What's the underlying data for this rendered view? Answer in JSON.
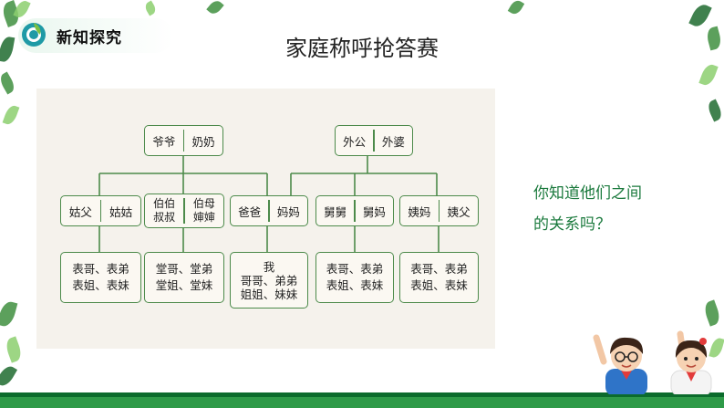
{
  "header": {
    "section_label": "新知探究",
    "logo_icon": "growth-logo-icon"
  },
  "title": "家庭称呼抢答赛",
  "question": {
    "line1": "你知道他们之间",
    "line2": "的关系吗？"
  },
  "tree": {
    "grandparents": {
      "paternal": [
        "爷爷",
        "奶奶"
      ],
      "maternal": [
        "外公",
        "外婆"
      ]
    },
    "middle": [
      {
        "id": "gufu",
        "left": "姑父",
        "right": "姑姑"
      },
      {
        "id": "bobo",
        "left": [
          "伯伯",
          "叔叔"
        ],
        "right": [
          "伯母",
          "婶婶"
        ]
      },
      {
        "id": "baba",
        "left": "爸爸",
        "right": "妈妈"
      },
      {
        "id": "jiujiu",
        "left": "舅舅",
        "right": "舅妈"
      },
      {
        "id": "yima",
        "left": "姨妈",
        "right": "姨父"
      }
    ],
    "bottom": [
      {
        "id": "cousins-gu",
        "lines": [
          "表哥、表弟",
          "表姐、表妹"
        ]
      },
      {
        "id": "cousins-tang",
        "lines": [
          "堂哥、堂弟",
          "堂姐、堂妹"
        ]
      },
      {
        "id": "me-siblings",
        "lines": [
          "我",
          "哥哥、弟弟",
          "姐姐、妹妹"
        ]
      },
      {
        "id": "cousins-jiu",
        "lines": [
          "表哥、表弟",
          "表姐、表妹"
        ]
      },
      {
        "id": "cousins-yi",
        "lines": [
          "表哥、表弟",
          "表姐、表妹"
        ]
      }
    ]
  },
  "colors": {
    "accent_green": "#1b7a3d",
    "line_green": "#4c8a4a",
    "panel_bg": "#f5f2ec",
    "bar_green": "#2e9a48"
  }
}
